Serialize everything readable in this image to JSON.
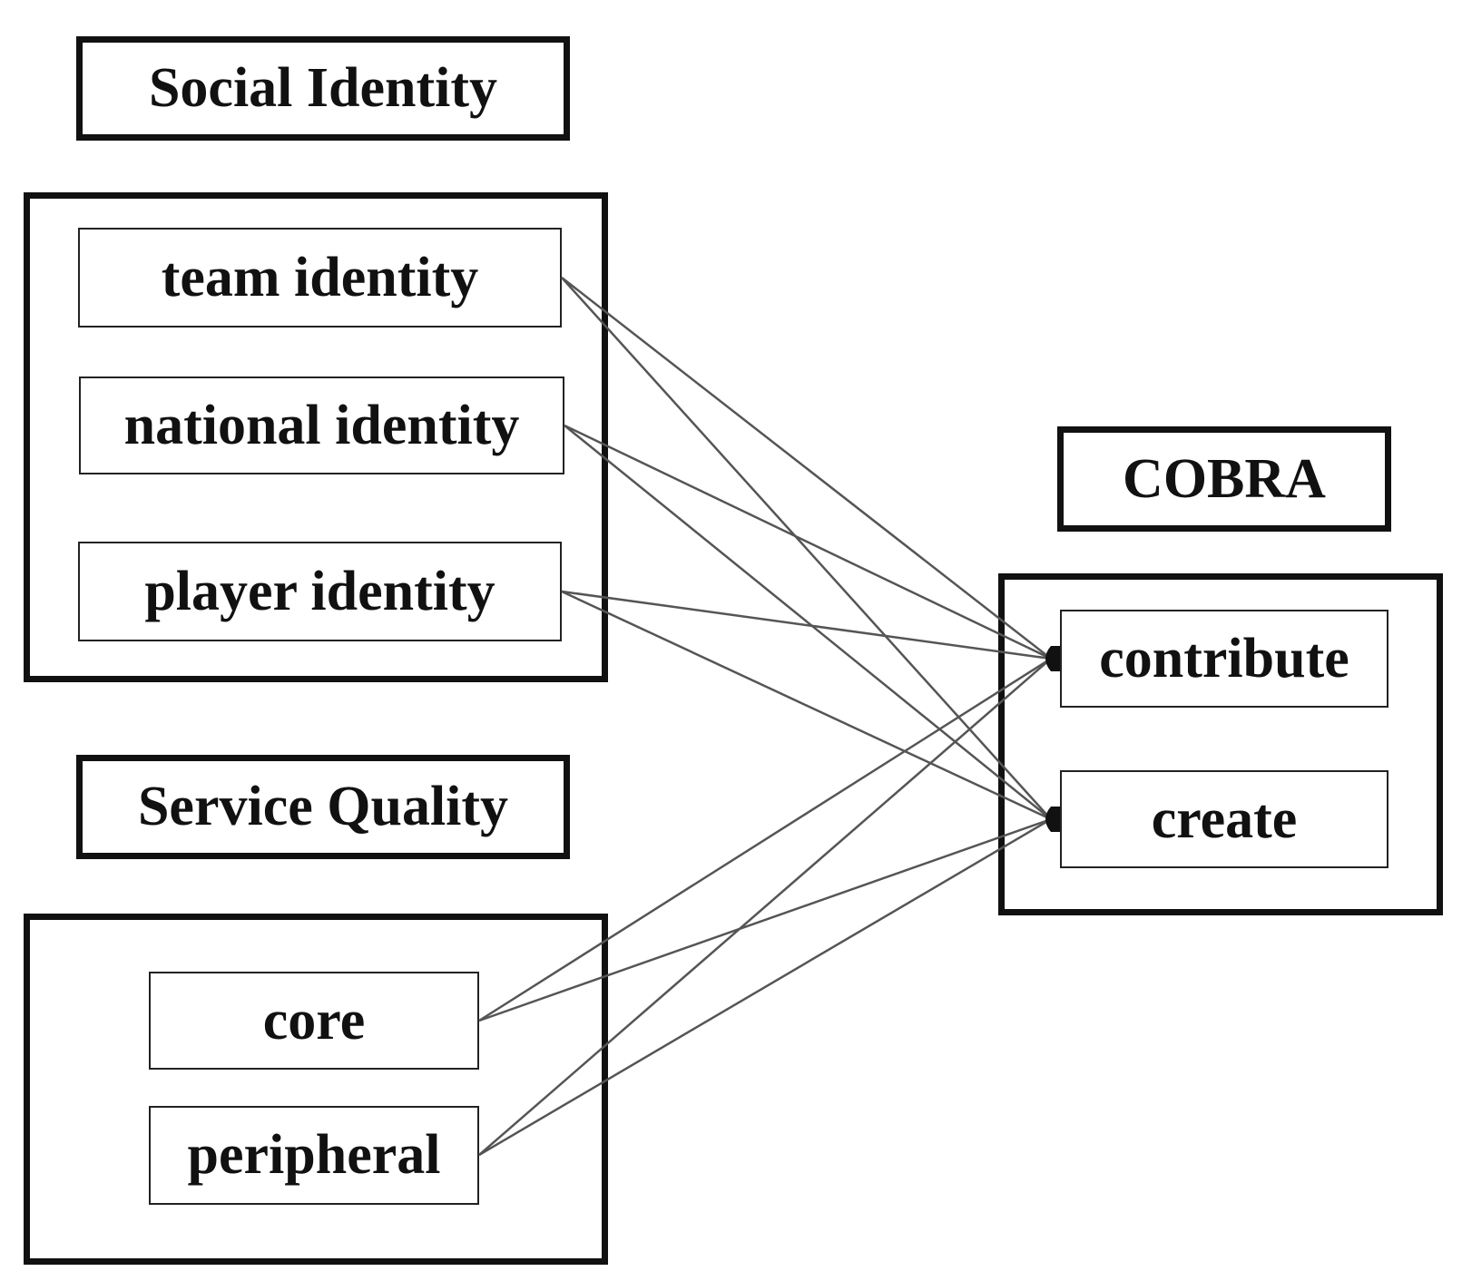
{
  "headings": {
    "social_identity": "Social Identity",
    "service_quality": "Service Quality",
    "cobra": "COBRA"
  },
  "social_identity_items": {
    "team": "team identity",
    "national": "national identity",
    "player": "player identity"
  },
  "service_quality_items": {
    "core": "core",
    "peripheral": "peripheral"
  },
  "cobra_items": {
    "contribute": "contribute",
    "create": "create"
  },
  "links": [
    {
      "from": "team identity",
      "to": "contribute"
    },
    {
      "from": "team identity",
      "to": "create"
    },
    {
      "from": "national identity",
      "to": "contribute"
    },
    {
      "from": "national identity",
      "to": "create"
    },
    {
      "from": "player identity",
      "to": "contribute"
    },
    {
      "from": "player identity",
      "to": "create"
    },
    {
      "from": "core",
      "to": "contribute"
    },
    {
      "from": "core",
      "to": "create"
    },
    {
      "from": "peripheral",
      "to": "contribute"
    },
    {
      "from": "peripheral",
      "to": "create"
    }
  ]
}
